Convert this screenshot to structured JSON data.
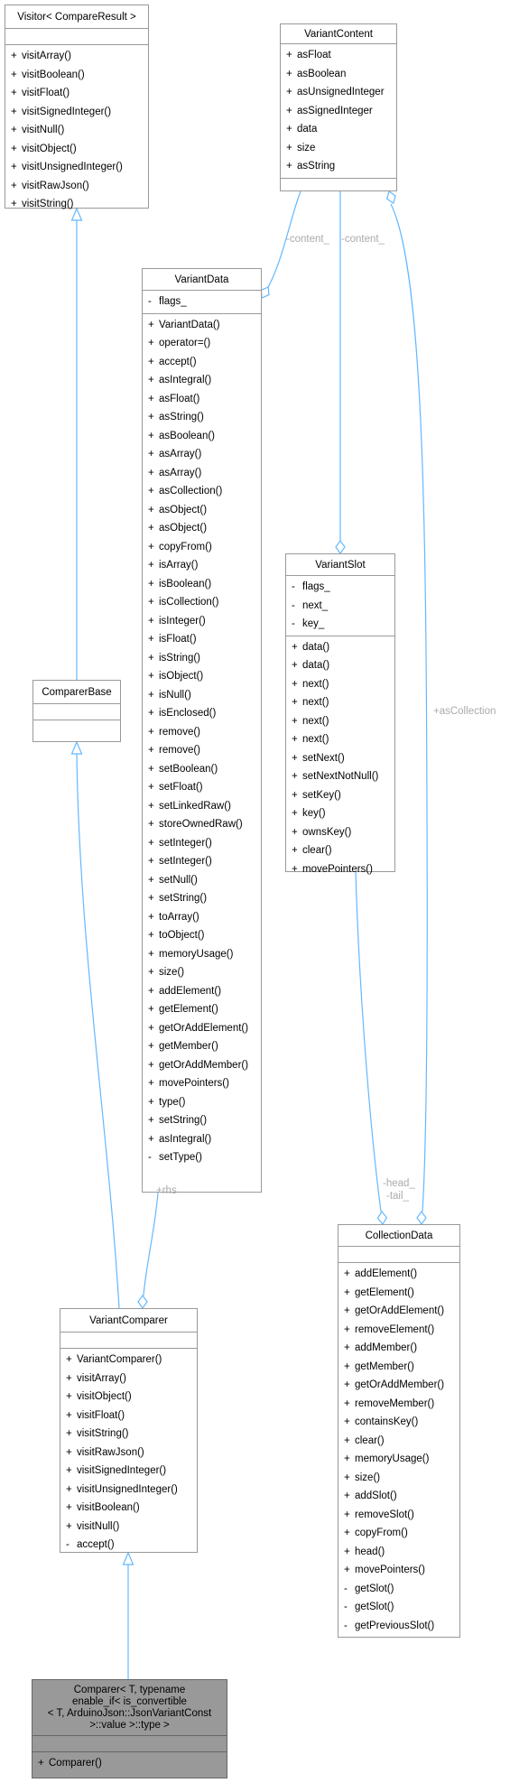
{
  "colors": {
    "edge": "#63b8ff",
    "border": "#999999",
    "label": "#aaaaaa",
    "highlight": "#999999"
  },
  "nodes": {
    "visitor": {
      "name": "Visitor< CompareResult >",
      "attributes": [],
      "methods": [
        {
          "vis": "+",
          "name": "visitArray()"
        },
        {
          "vis": "+",
          "name": "visitBoolean()"
        },
        {
          "vis": "+",
          "name": "visitFloat()"
        },
        {
          "vis": "+",
          "name": "visitSignedInteger()"
        },
        {
          "vis": "+",
          "name": "visitNull()"
        },
        {
          "vis": "+",
          "name": "visitObject()"
        },
        {
          "vis": "+",
          "name": "visitUnsignedInteger()"
        },
        {
          "vis": "+",
          "name": "visitRawJson()"
        },
        {
          "vis": "+",
          "name": "visitString()"
        }
      ]
    },
    "variant_content": {
      "name": "VariantContent",
      "attributes": [
        {
          "vis": "+",
          "name": "asFloat"
        },
        {
          "vis": "+",
          "name": "asBoolean"
        },
        {
          "vis": "+",
          "name": "asUnsignedInteger"
        },
        {
          "vis": "+",
          "name": "asSignedInteger"
        },
        {
          "vis": "+",
          "name": "data"
        },
        {
          "vis": "+",
          "name": "size"
        },
        {
          "vis": "+",
          "name": "asString"
        }
      ],
      "methods": []
    },
    "variant_data": {
      "name": "VariantData",
      "attributes": [
        {
          "vis": "-",
          "name": "flags_"
        }
      ],
      "methods": [
        {
          "vis": "+",
          "name": "VariantData()"
        },
        {
          "vis": "+",
          "name": "operator=()"
        },
        {
          "vis": "+",
          "name": "accept()"
        },
        {
          "vis": "+",
          "name": "asIntegral()"
        },
        {
          "vis": "+",
          "name": "asFloat()"
        },
        {
          "vis": "+",
          "name": "asString()"
        },
        {
          "vis": "+",
          "name": "asBoolean()"
        },
        {
          "vis": "+",
          "name": "asArray()"
        },
        {
          "vis": "+",
          "name": "asArray()"
        },
        {
          "vis": "+",
          "name": "asCollection()"
        },
        {
          "vis": "+",
          "name": "asObject()"
        },
        {
          "vis": "+",
          "name": "asObject()"
        },
        {
          "vis": "+",
          "name": "copyFrom()"
        },
        {
          "vis": "+",
          "name": "isArray()"
        },
        {
          "vis": "+",
          "name": "isBoolean()"
        },
        {
          "vis": "+",
          "name": "isCollection()"
        },
        {
          "vis": "+",
          "name": "isInteger()"
        },
        {
          "vis": "+",
          "name": "isFloat()"
        },
        {
          "vis": "+",
          "name": "isString()"
        },
        {
          "vis": "+",
          "name": "isObject()"
        },
        {
          "vis": "+",
          "name": "isNull()"
        },
        {
          "vis": "+",
          "name": "isEnclosed()"
        },
        {
          "vis": "+",
          "name": "remove()"
        },
        {
          "vis": "+",
          "name": "remove()"
        },
        {
          "vis": "+",
          "name": "setBoolean()"
        },
        {
          "vis": "+",
          "name": "setFloat()"
        },
        {
          "vis": "+",
          "name": "setLinkedRaw()"
        },
        {
          "vis": "+",
          "name": "storeOwnedRaw()"
        },
        {
          "vis": "+",
          "name": "setInteger()"
        },
        {
          "vis": "+",
          "name": "setInteger()"
        },
        {
          "vis": "+",
          "name": "setNull()"
        },
        {
          "vis": "+",
          "name": "setString()"
        },
        {
          "vis": "+",
          "name": "toArray()"
        },
        {
          "vis": "+",
          "name": "toObject()"
        },
        {
          "vis": "+",
          "name": "memoryUsage()"
        },
        {
          "vis": "+",
          "name": "size()"
        },
        {
          "vis": "+",
          "name": "addElement()"
        },
        {
          "vis": "+",
          "name": "getElement()"
        },
        {
          "vis": "+",
          "name": "getOrAddElement()"
        },
        {
          "vis": "+",
          "name": "getMember()"
        },
        {
          "vis": "+",
          "name": "getOrAddMember()"
        },
        {
          "vis": "+",
          "name": "movePointers()"
        },
        {
          "vis": "+",
          "name": "type()"
        },
        {
          "vis": "+",
          "name": "setString()"
        },
        {
          "vis": "+",
          "name": "asIntegral()"
        },
        {
          "vis": "-",
          "name": "setType()"
        }
      ]
    },
    "variant_slot": {
      "name": "VariantSlot",
      "attributes": [
        {
          "vis": "-",
          "name": "flags_"
        },
        {
          "vis": "-",
          "name": "next_"
        },
        {
          "vis": "-",
          "name": "key_"
        }
      ],
      "methods": [
        {
          "vis": "+",
          "name": "data()"
        },
        {
          "vis": "+",
          "name": "data()"
        },
        {
          "vis": "+",
          "name": "next()"
        },
        {
          "vis": "+",
          "name": "next()"
        },
        {
          "vis": "+",
          "name": "next()"
        },
        {
          "vis": "+",
          "name": "next()"
        },
        {
          "vis": "+",
          "name": "setNext()"
        },
        {
          "vis": "+",
          "name": "setNextNotNull()"
        },
        {
          "vis": "+",
          "name": "setKey()"
        },
        {
          "vis": "+",
          "name": "key()"
        },
        {
          "vis": "+",
          "name": "ownsKey()"
        },
        {
          "vis": "+",
          "name": "clear()"
        },
        {
          "vis": "+",
          "name": "movePointers()"
        }
      ]
    },
    "comparer_base": {
      "name": "ComparerBase",
      "attributes": [],
      "methods": []
    },
    "collection_data": {
      "name": "CollectionData",
      "attributes": [],
      "methods": [
        {
          "vis": "+",
          "name": "addElement()"
        },
        {
          "vis": "+",
          "name": "getElement()"
        },
        {
          "vis": "+",
          "name": "getOrAddElement()"
        },
        {
          "vis": "+",
          "name": "removeElement()"
        },
        {
          "vis": "+",
          "name": "addMember()"
        },
        {
          "vis": "+",
          "name": "getMember()"
        },
        {
          "vis": "+",
          "name": "getOrAddMember()"
        },
        {
          "vis": "+",
          "name": "removeMember()"
        },
        {
          "vis": "+",
          "name": "containsKey()"
        },
        {
          "vis": "+",
          "name": "clear()"
        },
        {
          "vis": "+",
          "name": "memoryUsage()"
        },
        {
          "vis": "+",
          "name": "size()"
        },
        {
          "vis": "+",
          "name": "addSlot()"
        },
        {
          "vis": "+",
          "name": "removeSlot()"
        },
        {
          "vis": "+",
          "name": "copyFrom()"
        },
        {
          "vis": "+",
          "name": "head()"
        },
        {
          "vis": "+",
          "name": "movePointers()"
        },
        {
          "vis": "-",
          "name": "getSlot()"
        },
        {
          "vis": "-",
          "name": "getSlot()"
        },
        {
          "vis": "-",
          "name": "getPreviousSlot()"
        }
      ]
    },
    "variant_comparer": {
      "name": "VariantComparer",
      "attributes": [],
      "methods": [
        {
          "vis": "+",
          "name": "VariantComparer()"
        },
        {
          "vis": "+",
          "name": "visitArray()"
        },
        {
          "vis": "+",
          "name": "visitObject()"
        },
        {
          "vis": "+",
          "name": "visitFloat()"
        },
        {
          "vis": "+",
          "name": "visitString()"
        },
        {
          "vis": "+",
          "name": "visitRawJson()"
        },
        {
          "vis": "+",
          "name": "visitSignedInteger()"
        },
        {
          "vis": "+",
          "name": "visitUnsignedInteger()"
        },
        {
          "vis": "+",
          "name": "visitBoolean()"
        },
        {
          "vis": "+",
          "name": "visitNull()"
        },
        {
          "vis": "-",
          "name": "accept()"
        }
      ]
    },
    "comparer": {
      "name_lines": [
        "Comparer< T, typename",
        " enable_if< is_convertible",
        "< T, ArduinoJson::JsonVariantConst",
        " >::value >::type >"
      ],
      "attributes": [],
      "methods": [
        {
          "vis": "+",
          "name": "Comparer()"
        }
      ]
    }
  },
  "edge_labels": {
    "vc_to_vd": "-content_",
    "vc_to_vs": "-content_",
    "vc_to_cd": "+asCollection",
    "vd_to_vcomp": "+rhs",
    "vs_to_cd": [
      "-head_",
      "-tail_"
    ]
  }
}
